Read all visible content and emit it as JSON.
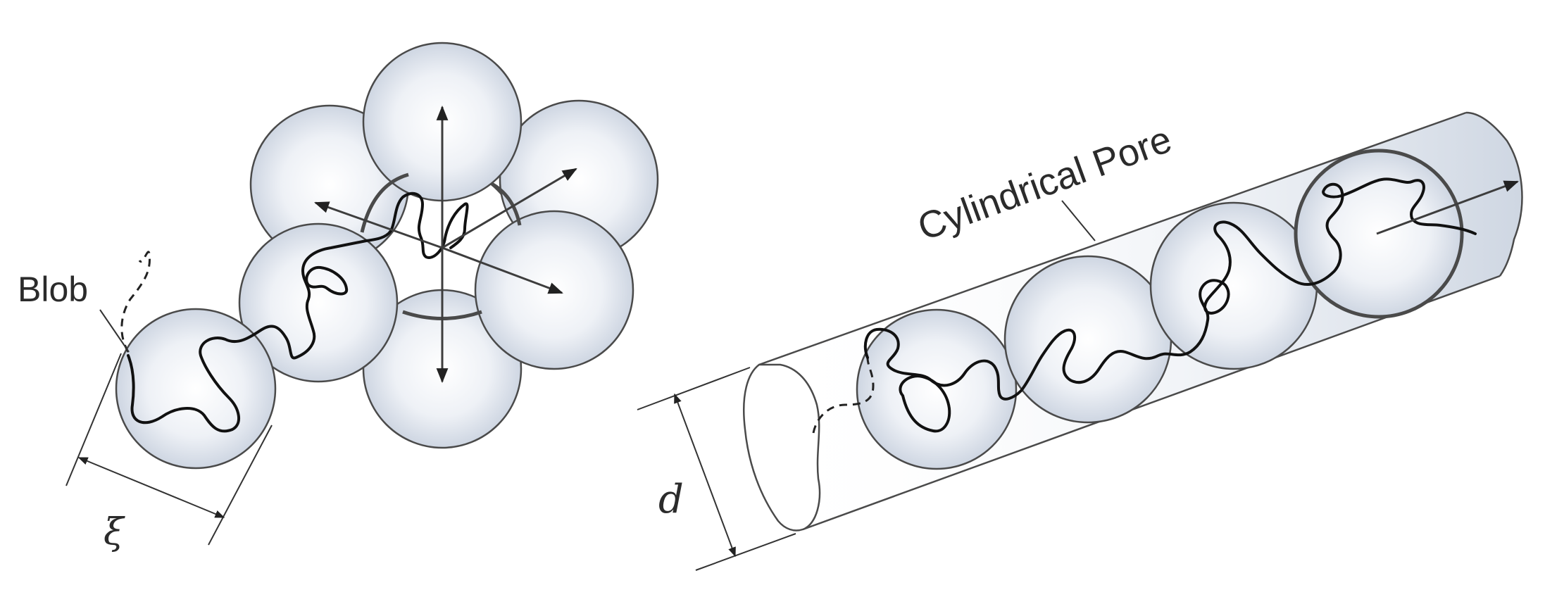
{
  "labels": {
    "blob": "Blob",
    "xi": "ξ",
    "cylindrical_pore": "Cylindrical Pore",
    "d": "d"
  },
  "colors": {
    "stroke": "#4a4a4a",
    "chain": "#111111",
    "blob_light": "#ffffff",
    "blob_dark": "#c6cfdd",
    "pore_fill": "#dde3ec"
  }
}
